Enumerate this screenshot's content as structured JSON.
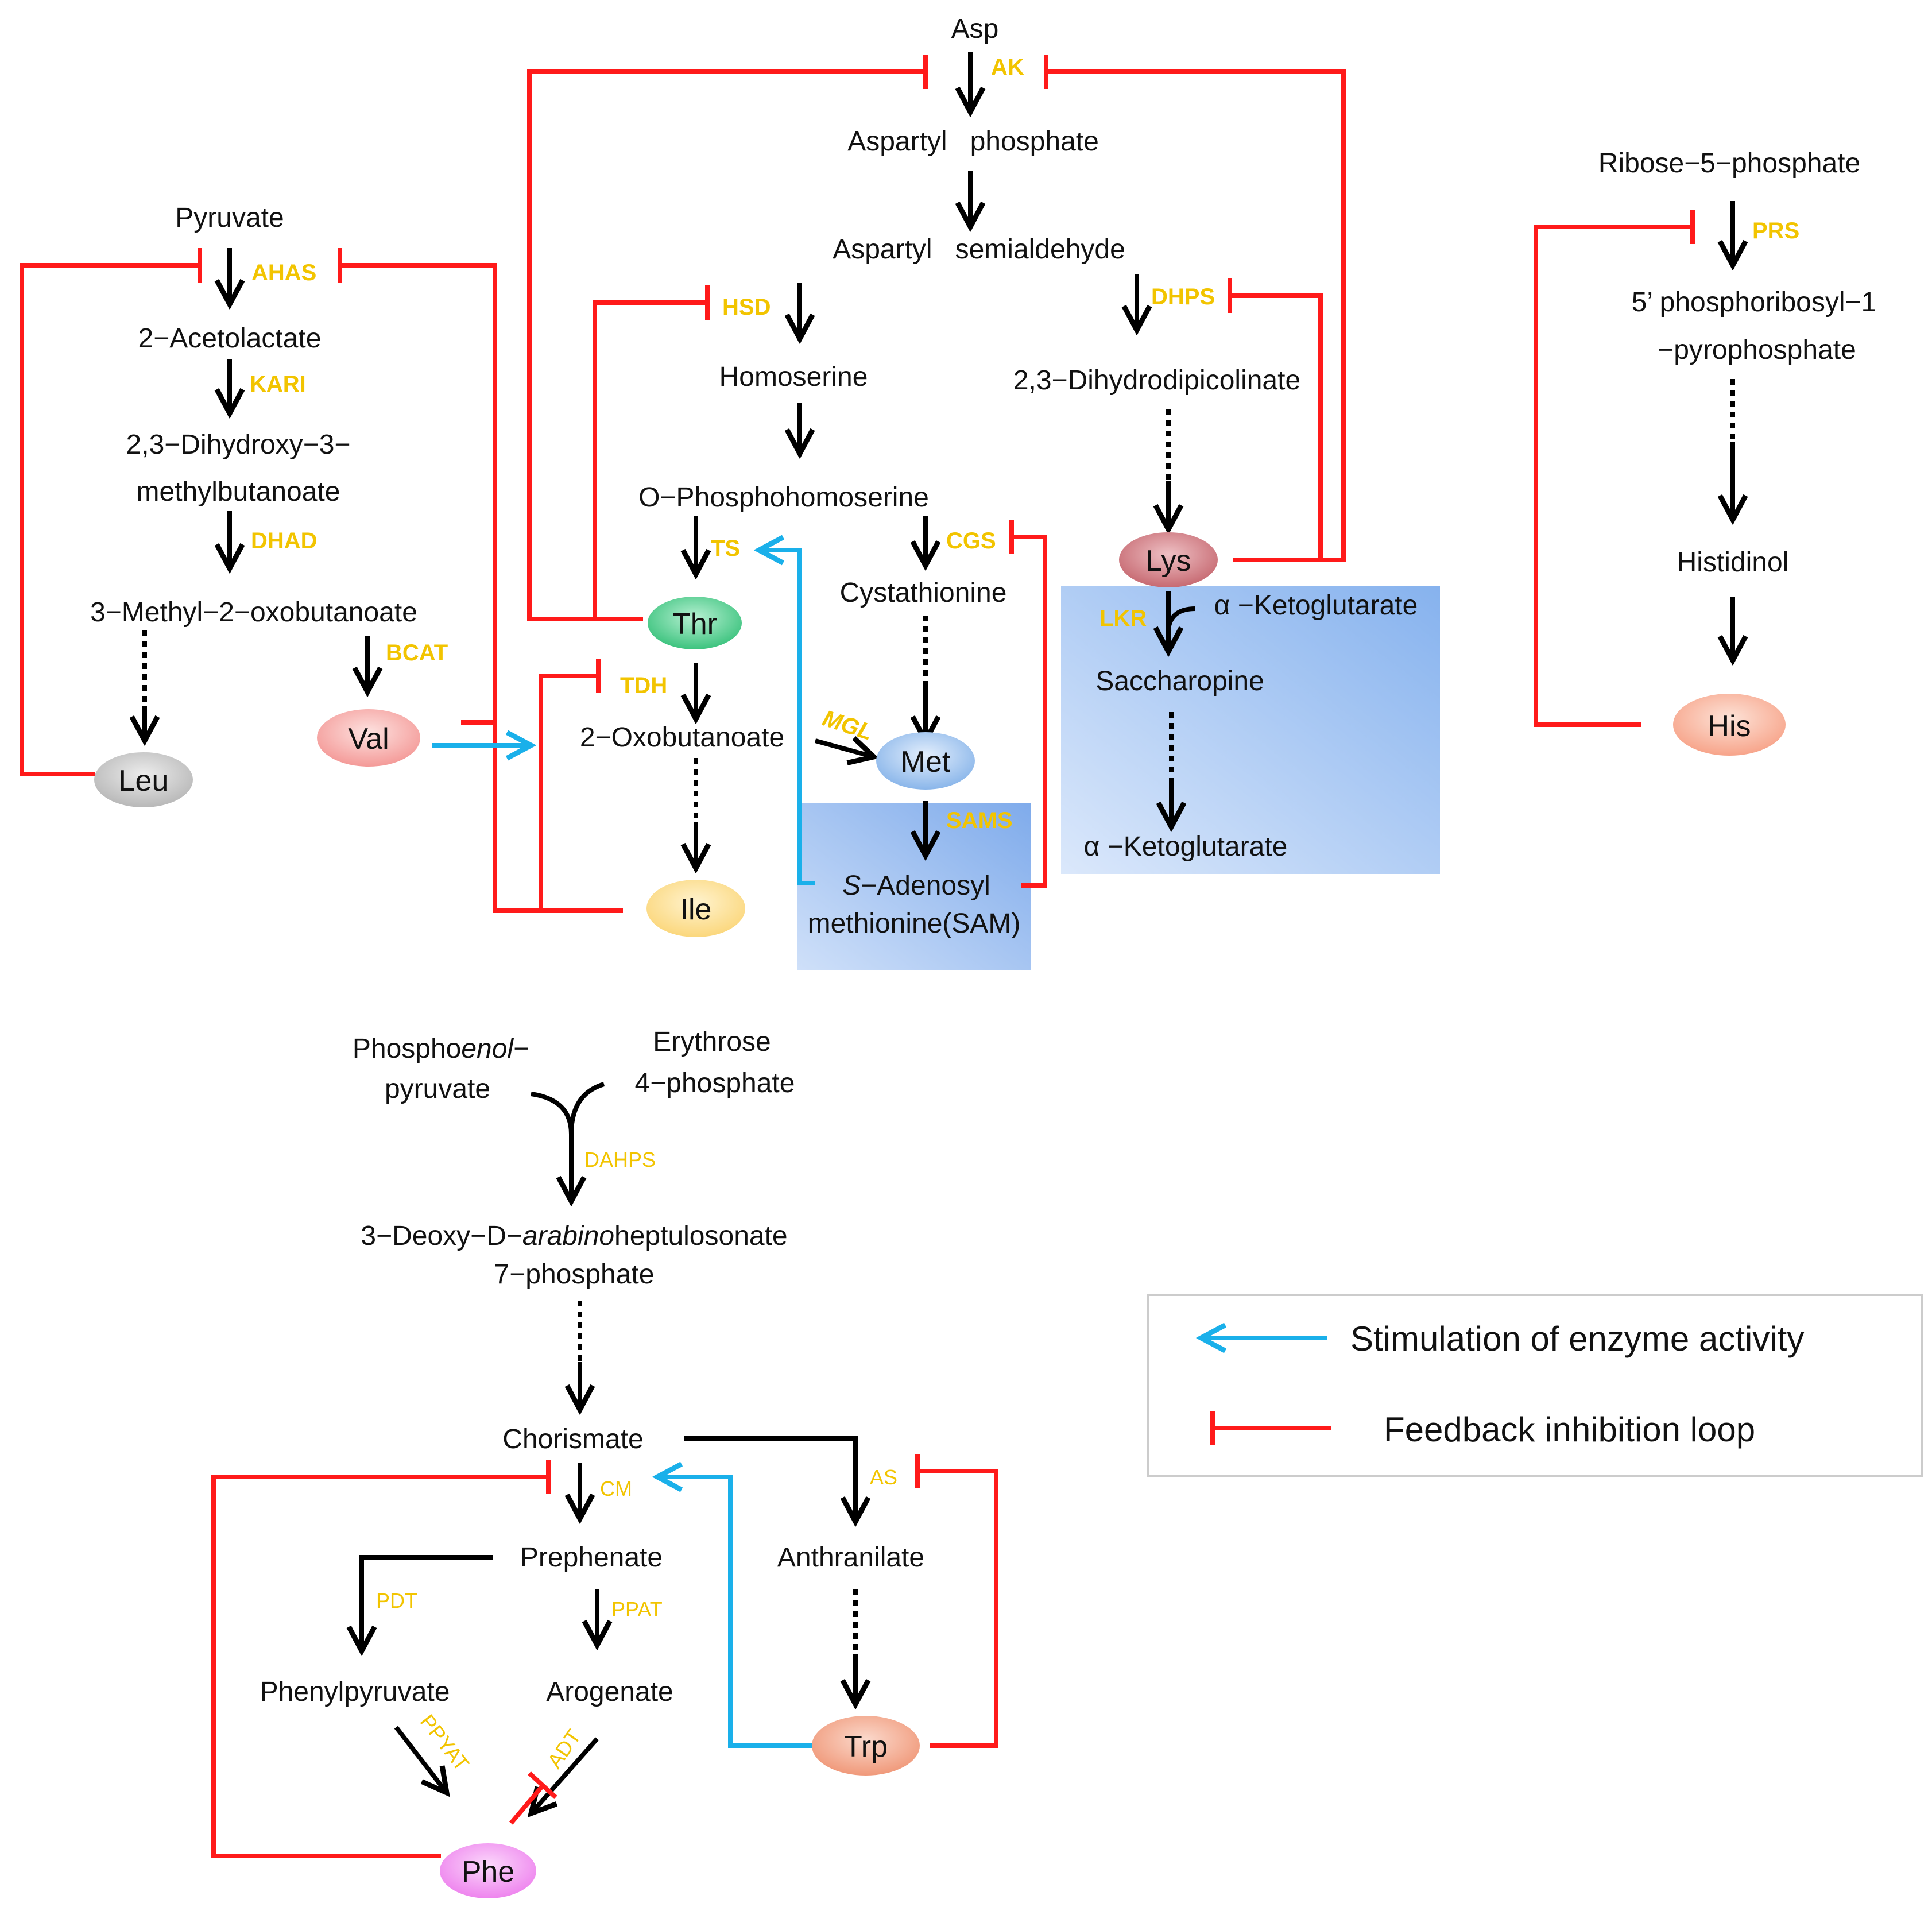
{
  "colors": {
    "stimulation": "#1ab0ea",
    "inhibition": "#ff1a1a",
    "enzyme_label": "#f2c400",
    "compartment": "#a8c8f4"
  },
  "metabolites": {
    "asp": "Asp",
    "aspartyl_phosphate": "Aspartyl   phosphate",
    "aspartyl_semialdehyde": "Aspartyl   semialdehyde",
    "homoserine": "Homoserine",
    "dihydrodipicolinate": "2,3−Dihydrodipicolinate",
    "o_phosphohomoserine": "O−Phosphohomoserine",
    "cystathionine": "Cystathionine",
    "oxobutanoate": "2−Oxobutanoate",
    "sam_1_italic": "S",
    "sam_1_rest": "−Adenosyl",
    "sam_2": "methionine(SAM)",
    "ketoglutarate_in": "α −Ketoglutarate",
    "saccharopine": "Saccharopine",
    "ketoglutarate_out": "α −Ketoglutarate",
    "pyruvate": "Pyruvate",
    "acetolactate": "2−Acetolactate",
    "dihydroxy_1": "2,3−Dihydroxy−3−",
    "dihydroxy_2": "methylbutanoate",
    "methyl_oxobutanoate": "3−Methyl−2−oxobutanoate",
    "ribose": "Ribose−5−phosphate",
    "prpp_1": "5’ phosphoribosyl−1",
    "prpp_2": "−pyrophosphate",
    "histidinol": "Histidinol",
    "pep_1_pre": "Phospho",
    "pep_1_italic": "enol",
    "pep_1_post": "−",
    "pep_2": "pyruvate",
    "erythrose_1": "Erythrose",
    "erythrose_2": "4−phosphate",
    "dahp_1_pre": "3−Deoxy−D−",
    "dahp_1_italic": "arabino",
    "dahp_1_post": "heptulosonate",
    "dahp_2": "7−phosphate",
    "chorismate": "Chorismate",
    "prephenate": "Prephenate",
    "anthranilate": "Anthranilate",
    "phenylpyruvate": "Phenylpyruvate",
    "arogenate": "Arogenate"
  },
  "enzymes": {
    "ak": "AK",
    "hsd": "HSD",
    "dhps": "DHPS",
    "ts": "TS",
    "cgs": "CGS",
    "tdh": "TDH",
    "mgl": "MGL",
    "sams": "SAMS",
    "lkr": "LKR",
    "ahas": "AHAS",
    "kari": "KARI",
    "dhad": "DHAD",
    "bcat": "BCAT",
    "prs": "PRS",
    "dahps": "DAHPS",
    "cm": "CM",
    "as": "AS",
    "pdt": "PDT",
    "ppat": "PPAT",
    "ppyat": "PPYAT",
    "adt": "ADT"
  },
  "amino_acids": {
    "thr": {
      "label": "Thr",
      "color": "#3cc37e"
    },
    "lys": {
      "label": "Lys",
      "color": "#c76a72"
    },
    "met": {
      "label": "Met",
      "color": "#8ab6ea"
    },
    "val": {
      "label": "Val",
      "color": "#f49a98"
    },
    "leu": {
      "label": "Leu",
      "color": "#b8b8b8"
    },
    "ile": {
      "label": "Ile",
      "color": "#fbd77c"
    },
    "his": {
      "label": "His",
      "color": "#f7a48a"
    },
    "trp": {
      "label": "Trp",
      "color": "#f0997a"
    },
    "phe": {
      "label": "Phe",
      "color": "#ee84ee"
    }
  },
  "legend": {
    "stimulation": "Stimulation of enzyme activity",
    "inhibition": "Feedback inhibition loop"
  }
}
